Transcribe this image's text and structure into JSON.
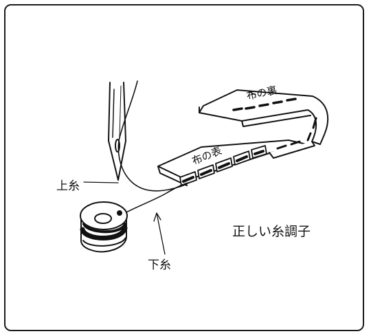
{
  "labels": {
    "fabric_back": "布の裏",
    "fabric_front": "布の表",
    "upper_thread": "上糸",
    "lower_thread": "下糸",
    "caption": "正しい糸調子"
  }
}
